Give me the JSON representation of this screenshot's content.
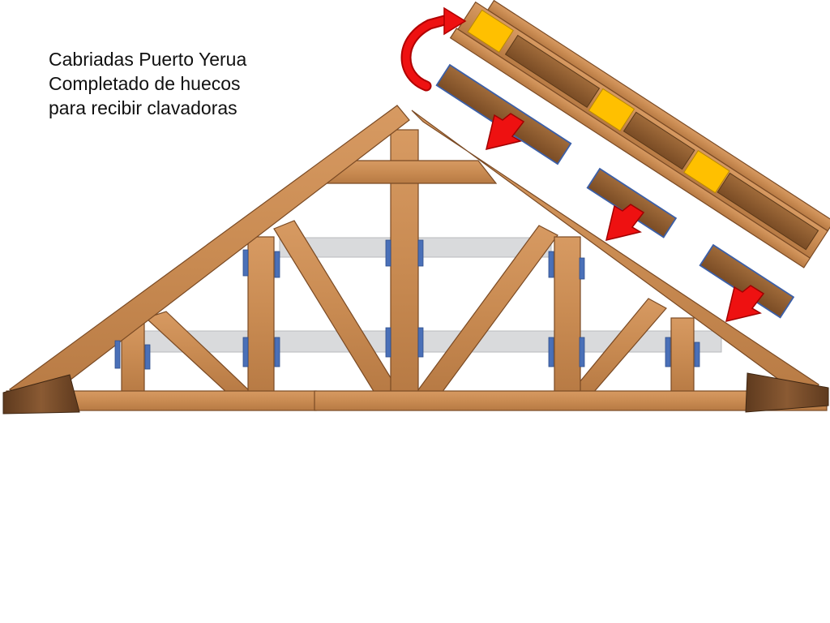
{
  "caption": {
    "line1": "Cabriadas Puerto Yerua",
    "line2": "Completado de huecos",
    "line3": "para recibir clavadoras"
  },
  "colors": {
    "wood": "#c98b52",
    "wood_dark": "#9c6538",
    "wood_edge": "#7a4a24",
    "nailer": "#8a5a2e",
    "nailer_edge": "#3b5fa8",
    "blocking": "#ffc000",
    "purlin_gray": "#d9dadc",
    "bracket_blue": "#4a70b8",
    "arrow_red": "#ee1111",
    "arrow_edge": "#b00000",
    "heel_dark": "#6b4424"
  },
  "icons": {
    "curved_arrow": "curved-arrow-icon",
    "down_arrow": "down-arrow-icon"
  }
}
